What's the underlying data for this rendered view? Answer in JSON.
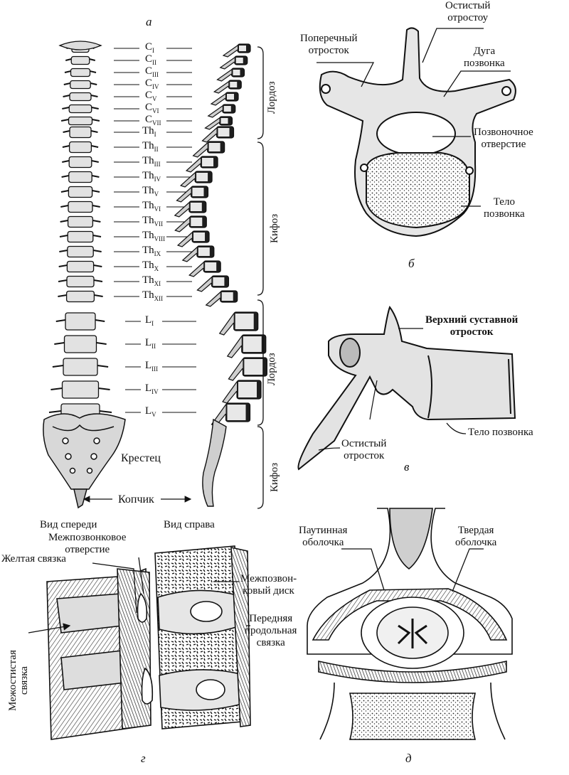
{
  "panels": {
    "a": "а",
    "b": "б",
    "v": "в",
    "g": "г",
    "d": "д"
  },
  "spine_regions": {
    "lordosis_cervical": "Лордоз",
    "kyphosis_thoracic": "Кифоз",
    "lordosis_lumbar": "Лордоз",
    "kyphosis_sacral": "Кифоз",
    "sacrum": "Крестец",
    "coccyx": "Копчик"
  },
  "vertebra_labels": [
    {
      "base": "C",
      "sub": "I"
    },
    {
      "base": "C",
      "sub": "II"
    },
    {
      "base": "C",
      "sub": "III"
    },
    {
      "base": "C",
      "sub": "IV"
    },
    {
      "base": "C",
      "sub": "V"
    },
    {
      "base": "C",
      "sub": "VI"
    },
    {
      "base": "C",
      "sub": "VII"
    },
    {
      "base": "Th",
      "sub": "I"
    },
    {
      "base": "Th",
      "sub": "II"
    },
    {
      "base": "Th",
      "sub": "III"
    },
    {
      "base": "Th",
      "sub": "IV"
    },
    {
      "base": "Th",
      "sub": "V"
    },
    {
      "base": "Th",
      "sub": "VI"
    },
    {
      "base": "Th",
      "sub": "VII"
    },
    {
      "base": "Th",
      "sub": "VIII"
    },
    {
      "base": "Th",
      "sub": "IX"
    },
    {
      "base": "Th",
      "sub": "X"
    },
    {
      "base": "Th",
      "sub": "XI"
    },
    {
      "base": "Th",
      "sub": "XII"
    },
    {
      "base": "L",
      "sub": "I"
    },
    {
      "base": "L",
      "sub": "II"
    },
    {
      "base": "L",
      "sub": "III"
    },
    {
      "base": "L",
      "sub": "IV"
    },
    {
      "base": "L",
      "sub": "V"
    }
  ],
  "vertebra_top": {
    "spinous": "Остистый\nотростоу",
    "transverse": "Поперечный\nотросток",
    "arch": "Дуга\nпозвонка",
    "foramen": "Позвоночное\nотверстие",
    "body": "Тело\nпозвонка"
  },
  "vertebra_side": {
    "superior_articular": "Верхний суставной\nотросток",
    "body": "Тело позвонка",
    "spinous": "Остистый\nотросток"
  },
  "ligaments": {
    "front_view": "Вид спереди",
    "right_view": "Вид справа",
    "intervertebral_foramen": "Межпозвонковое\nотверстие",
    "yellow_ligament": "Желтая связка",
    "disc": "Межпозвон-\nковый диск",
    "anterior_longitudinal": "Передняя\nпродольная\nсвязка",
    "interspinous": "Межостистая\nсвязка"
  },
  "meninges": {
    "arachnoid": "Паутинная\nоболочка",
    "dura": "Твердая\nоболочка"
  }
}
